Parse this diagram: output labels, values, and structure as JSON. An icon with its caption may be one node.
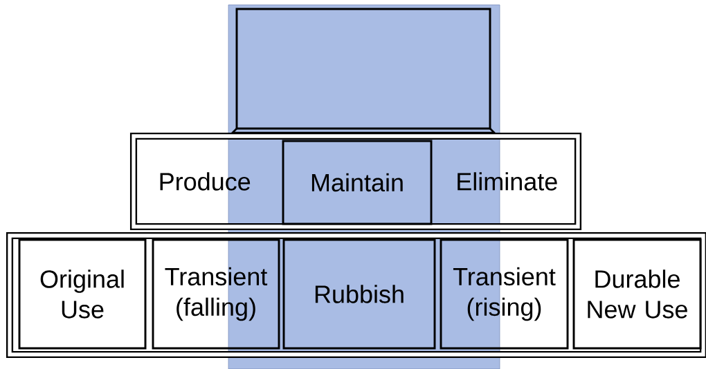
{
  "diagram": {
    "nodes": [
      {
        "text": [],
        "shape": "box"
      },
      {
        "text": [
          "Produce",
          "Eliminate"
        ]
      },
      {
        "text": [
          "Maintain"
        ],
        "in": 1
      },
      {
        "text": [],
        "shape": "box"
      },
      {
        "text": [
          "Original Use"
        ],
        "in": 3
      },
      {
        "text": [
          "Transient (falling)"
        ],
        "in": 3
      },
      {
        "text": [
          "Rubbish"
        ],
        "in": 3
      },
      {
        "text": [
          "Transient (rising)"
        ],
        "in": 3
      },
      {
        "text": [
          "Durable New Use"
        ],
        "in": 3
      }
    ]
  }
}
